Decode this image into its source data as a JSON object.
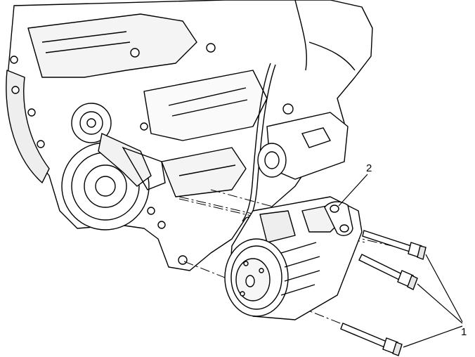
{
  "diagram": {
    "callouts": [
      {
        "id": "gasket",
        "label": "2"
      },
      {
        "id": "bolts",
        "label": "1"
      }
    ],
    "colors": {
      "line": "#000000",
      "fill": "#ffffff",
      "shade": "#d9d9d9"
    }
  }
}
